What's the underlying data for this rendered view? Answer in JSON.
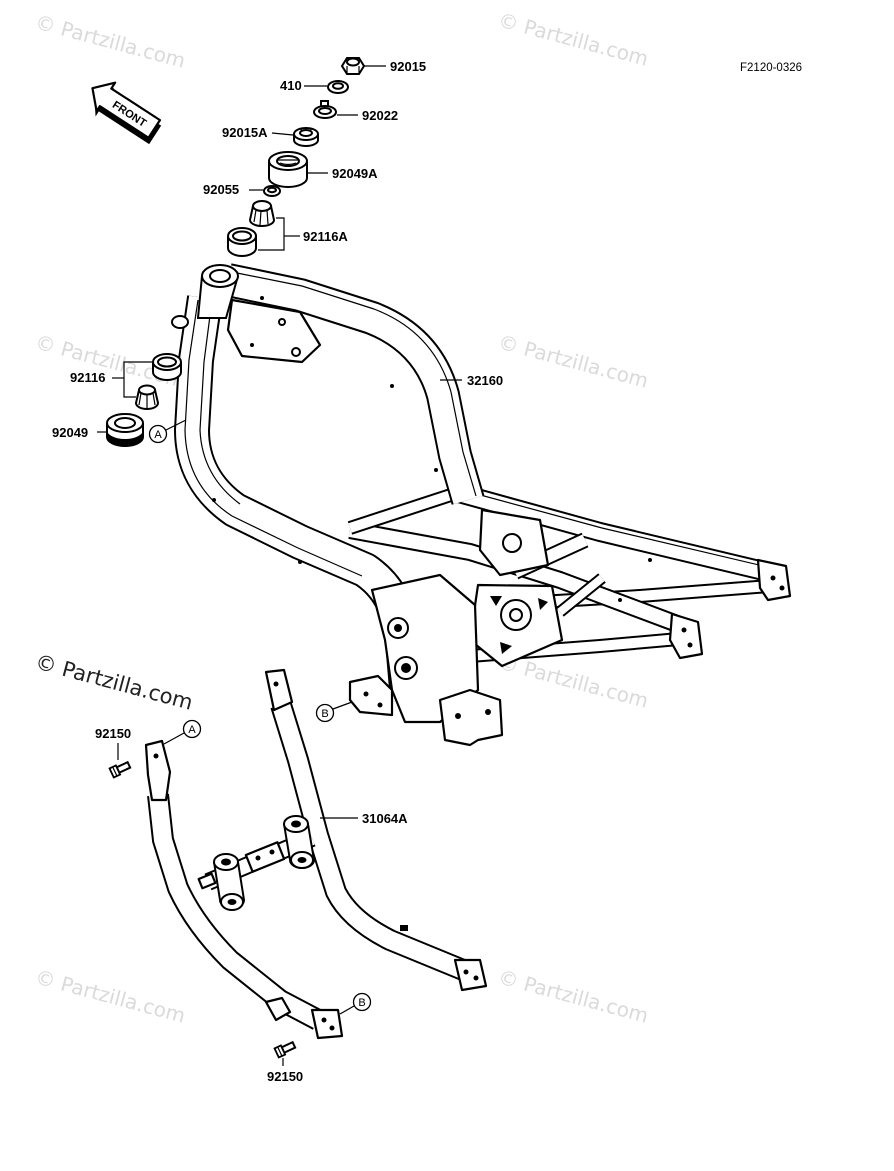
{
  "diagram": {
    "code": "F2120-0326",
    "front_label": "FRONT",
    "watermark": "© Partzilla.com"
  },
  "callouts": [
    {
      "number": "92015"
    },
    {
      "number": "410"
    },
    {
      "number": "92022"
    },
    {
      "number": "92015A"
    },
    {
      "number": "92049A"
    },
    {
      "number": "92055"
    },
    {
      "number": "92116A"
    },
    {
      "number": "32160"
    },
    {
      "number": "92116"
    },
    {
      "number": "92049"
    },
    {
      "number": "31064A"
    },
    {
      "number": "92150"
    },
    {
      "number": "92150"
    }
  ],
  "refs": [
    "A",
    "B",
    "A",
    "B"
  ]
}
